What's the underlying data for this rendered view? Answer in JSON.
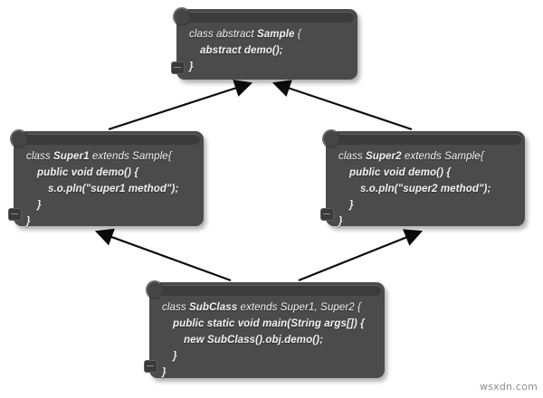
{
  "diagram": {
    "type": "uml-class-inheritance",
    "background_color": "#ffffff",
    "box_fill_color": "#4b4b4b",
    "box_title_color": "#3b3b3b",
    "text_color": "#f2f2f2",
    "edge_color": "#000000"
  },
  "boxes": {
    "sample": {
      "name": "Sample",
      "lines": [
        {
          "prefix": "class abstract ",
          "name": "Sample",
          "suffix": " {"
        },
        {
          "prefix": "",
          "name": "abstract demo();",
          "suffix": ""
        },
        {
          "prefix": "",
          "name": "}",
          "suffix": ""
        }
      ],
      "line0": "class abstract Sample {",
      "line1": "abstract demo();",
      "line2": "}"
    },
    "super1": {
      "name": "Super1",
      "line0_prefix": "class ",
      "line0_name": "Super1",
      "line0_suffix": " extends Sample{",
      "line1": "public void demo() {",
      "line2": "s.o.pln(\"super1 method\");",
      "line3": "}",
      "line4": "}"
    },
    "super2": {
      "name": "Super2",
      "line0_prefix": "class ",
      "line0_name": "Super2",
      "line0_suffix": " extends Sample{",
      "line1": "public void demo() {",
      "line2": "s.o.pln(\"super2 method\");",
      "line3": "}",
      "line4": "}"
    },
    "subclass": {
      "name": "SubClass",
      "line0_prefix": "class ",
      "line0_name": "SubClass",
      "line0_suffix": " extends Super1, Super2 {",
      "line1": "public static void main(String args[]) {",
      "line2": "new SubClass().obj.demo();",
      "line3": "}",
      "line4": "}"
    }
  },
  "edges": [
    {
      "from": "Super1",
      "to": "Sample",
      "relation": "extends"
    },
    {
      "from": "Super2",
      "to": "Sample",
      "relation": "extends"
    },
    {
      "from": "SubClass",
      "to": "Super1",
      "relation": "extends"
    },
    {
      "from": "SubClass",
      "to": "Super2",
      "relation": "extends"
    }
  ],
  "watermark": {
    "text": "wsxdn.com"
  }
}
